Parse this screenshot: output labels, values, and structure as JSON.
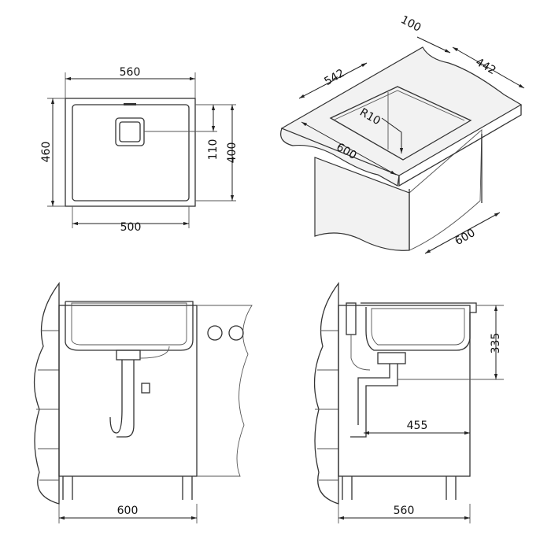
{
  "top_view": {
    "width_outer": "560",
    "depth_outer": "460",
    "drain_offset": "110",
    "depth_inner": "400",
    "width_inner": "500"
  },
  "iso_view": {
    "edge_offset": "100",
    "depth_right": "442",
    "cutout_width": "542",
    "corner_radius": "R10",
    "cabinet_width": "600",
    "cabinet_depth": "600"
  },
  "front_view": {
    "cabinet_width": "600"
  },
  "side_view": {
    "bowl_depth": "335",
    "drain_distance": "455",
    "cabinet_depth": "560"
  }
}
